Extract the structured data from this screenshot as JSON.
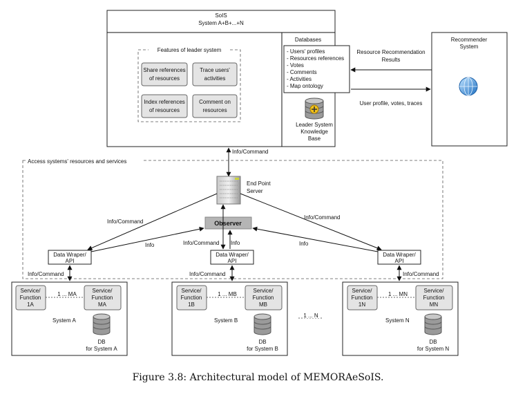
{
  "sois": {
    "title": "SoIS",
    "subtitle": "System A+B+...+N"
  },
  "features": {
    "title": "Features of leader system",
    "items": [
      [
        "Share references",
        "of resources"
      ],
      [
        "Trace users'",
        "activities"
      ],
      [
        "Index references",
        "of resources"
      ],
      [
        "Comment on",
        "resources"
      ]
    ]
  },
  "databases": {
    "title": "Databases",
    "items": [
      "- Users' profiles",
      "- Resources references",
      "- Votes",
      "- Comments",
      "- Activities",
      "- Map ontology"
    ],
    "kb_label": [
      "Leader System",
      "Knowledge",
      "Base"
    ]
  },
  "recommender": {
    "title": [
      "Recommender",
      "System"
    ]
  },
  "arrows": {
    "recommendation": [
      "Resource Recommendation",
      "Results"
    ],
    "profile": "User profile, votes, traces",
    "info_command_top": "Info/Command"
  },
  "access": {
    "title": "Access systems' resources and services"
  },
  "endpoint": {
    "label": [
      "End Point",
      "Server"
    ]
  },
  "observer": {
    "label": "Observer"
  },
  "edge_labels": {
    "info_command": "Info/Command",
    "info": "Info"
  },
  "wrapper": {
    "label": [
      "Data Wraper/",
      "API"
    ]
  },
  "systems": [
    {
      "name": "System A",
      "svc1": [
        "Service/",
        "Function",
        "1A"
      ],
      "svc2": [
        "Service/",
        "Function",
        "MA"
      ],
      "link": "1 ... MA",
      "db": [
        "DB",
        "for System A"
      ]
    },
    {
      "name": "System B",
      "svc1": [
        "Service/",
        "Function",
        "1B"
      ],
      "svc2": [
        "Service/",
        "Function",
        "MB"
      ],
      "link": "1 ... MB",
      "db": [
        "DB",
        "for System B"
      ]
    },
    {
      "name": "System N",
      "svc1": [
        "Service/",
        "Function",
        "1N"
      ],
      "svc2": [
        "Service/",
        "Function",
        "MN"
      ],
      "link": "1 ... MN",
      "db": [
        "DB",
        "for System N"
      ]
    }
  ],
  "between_systems": "1 ... N",
  "caption": "Figure 3.8: Architectural model of MEMORAeSoIS."
}
